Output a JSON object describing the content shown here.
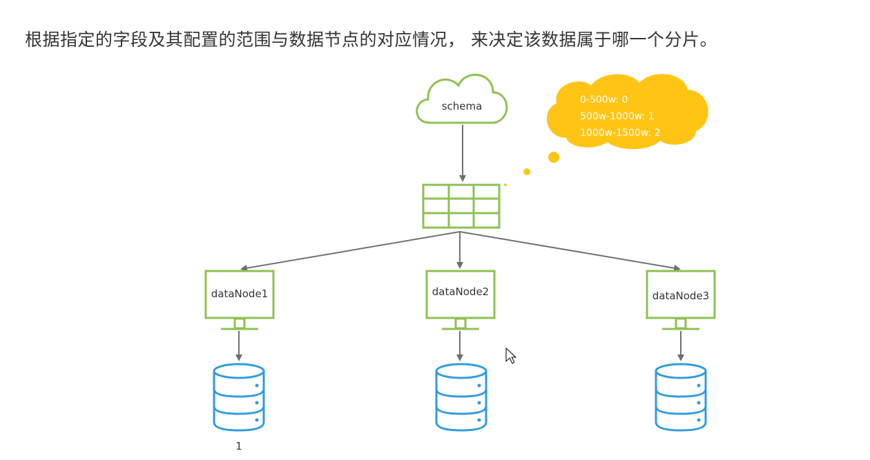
{
  "heading": "根据指定的字段及其配置的范围与数据节点的对应情况， 来决定该数据属于哪一个分片。",
  "schema_label": "schema",
  "rules": [
    "0-500w: 0",
    "500w-1000w: 1",
    "1000w-1500w: 2"
  ],
  "nodes": [
    {
      "label": "dataNode1",
      "db_label": "1"
    },
    {
      "label": "dataNode2",
      "db_label": ""
    },
    {
      "label": "dataNode3",
      "db_label": ""
    }
  ],
  "colors": {
    "green": "#8cc152",
    "blue": "#2f9be0",
    "yellow": "#ffc414",
    "arrow": "#6f6f6f",
    "text": "#333333"
  }
}
